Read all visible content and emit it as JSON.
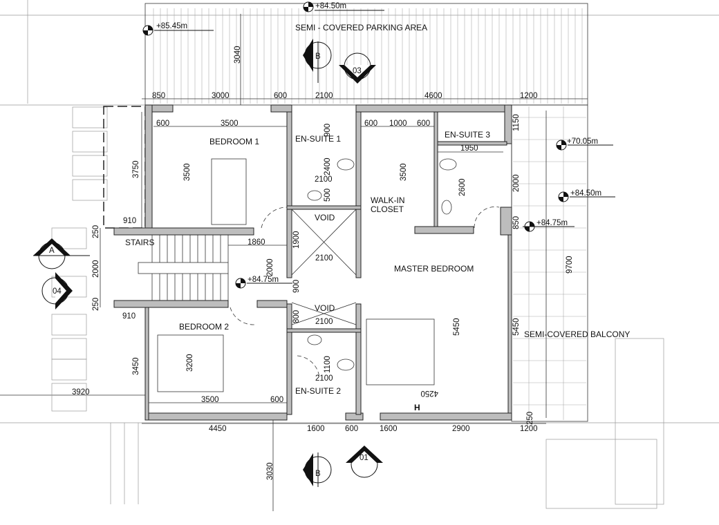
{
  "title": "First floor plan",
  "rooms": {
    "parking": "SEMI - COVERED PARKING AREA",
    "bedroom1": "BEDROOM 1",
    "ensuite1": "EN-SUITE 1",
    "ensuite3": "EN-SUITE 3",
    "walkin1": "WALK-IN",
    "walkin2": "CLOSET",
    "void1": "VOID",
    "void2": "VOID",
    "stairs": "STAIRS",
    "master": "MASTER BEDROOM",
    "bedroom2": "BEDROOM 2",
    "ensuite2": "EN-SUITE 2",
    "balcony": "SEMI-COVERED BALCONY",
    "h": "H"
  },
  "levels": [
    "+84.50m",
    "+85.45m",
    "+70.05m",
    "+84.50m",
    "+84.75m",
    "+84.75m"
  ],
  "markers": [
    "B",
    "03",
    "A",
    "04",
    "B",
    "01"
  ],
  "dims": [
    "850",
    "3000",
    "600",
    "2100",
    "4600",
    "1200",
    "3040",
    "600",
    "3500",
    "900",
    "600",
    "1000",
    "600",
    "1150",
    "1950",
    "3750",
    "3500",
    "2400",
    "2100",
    "500",
    "3500",
    "2600",
    "2000",
    "850",
    "9700",
    "910",
    "250",
    "2000",
    "250",
    "1860",
    "1900",
    "2100",
    "2000",
    "900",
    "800",
    "2100",
    "5450",
    "5450",
    "4250",
    "910",
    "3450",
    "3200",
    "3920",
    "3500",
    "600",
    "1100",
    "2100",
    "4450",
    "1600",
    "600",
    "1600",
    "2900",
    "1200",
    "250",
    "3030"
  ]
}
